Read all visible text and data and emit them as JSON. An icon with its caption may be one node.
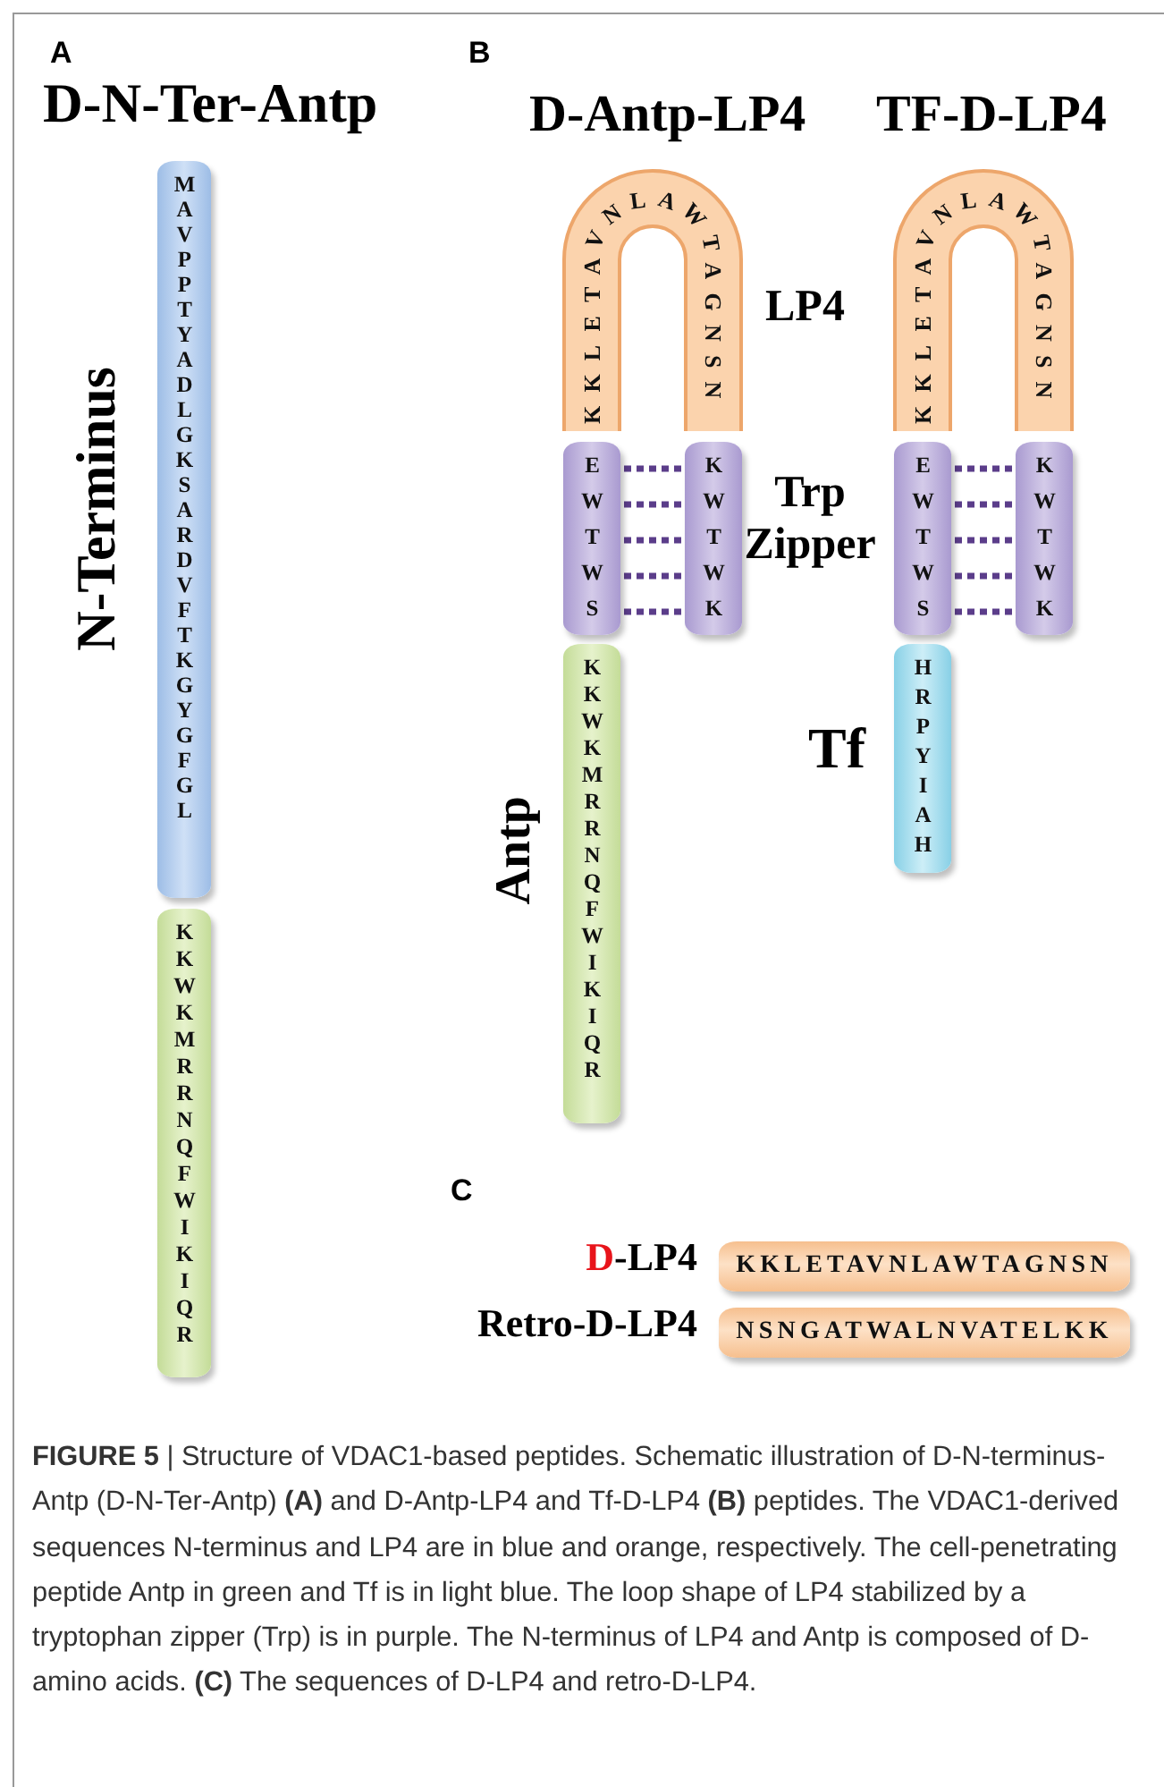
{
  "diagram": {
    "caption": "**FIGURE 5** | Structure of VDAC1-based peptides. Schematic illustration of D-N-terminus-Antp (D-N-Ter-Antp) **(A)** and D-Antp-LP4 and Tf-D-LP4 **(B)** peptides. The VDAC1-derived sequences N-terminus and LP4 are in blue and orange, respectively. The cell-penetrating peptide Antp in green and Tf is in light blue. The loop shape of LP4 stabilized by a tryptophan zipper (Trp) is in purple. The N-terminus of LP4 and Antp is composed of D-amino acids. **(C)** The sequences of D-LP4 and retro-D-LP4.",
    "nodes": [
      {
        "text": [
          "MAVPPTYADLGKSARDVFTKGYGFGL"
        ],
        "beside": [
          "N-Terminus"
        ]
      },
      {
        "text": [
          "KKWKMRRNQFWIKIQR"
        ]
      },
      {
        "text": [
          "KKLETAVNLAWTAGNSN"
        ]
      },
      {
        "text": [
          "EWTWS"
        ]
      },
      {
        "text": [
          "KWTWK"
        ]
      },
      {
        "text": [
          "KKWKMRRNQFWIKIQR"
        ],
        "beside": [
          "Antp"
        ]
      },
      {
        "text": [
          "KKLETAVNLAWTAGNSN"
        ]
      },
      {
        "text": [
          "EWTWS"
        ]
      },
      {
        "text": [
          "KWTWK"
        ]
      },
      {
        "text": [
          "HRPYIAH"
        ],
        "beside": [
          "Tf"
        ]
      },
      {
        "text": [
          "KKLETAVNLAWTAGNSN"
        ],
        "beside": [
          "D-LP4"
        ]
      },
      {
        "text": [
          "NSNGATWALNVATELKK"
        ],
        "beside": [
          "Retro-D-LP4"
        ]
      }
    ],
    "edges": [
      {
        "from": 3,
        "to": 4,
        "arrow": "none",
        "style": "dashed"
      },
      {
        "from": 3,
        "to": 4,
        "arrow": "none",
        "style": "dashed"
      },
      {
        "from": 3,
        "to": 4,
        "arrow": "none",
        "style": "dashed"
      },
      {
        "from": 3,
        "to": 4,
        "arrow": "none",
        "style": "dashed"
      },
      {
        "from": 3,
        "to": 4,
        "arrow": "none",
        "style": "dashed"
      },
      {
        "from": 7,
        "to": 8,
        "arrow": "none",
        "style": "dashed"
      },
      {
        "from": 7,
        "to": 8,
        "arrow": "none",
        "style": "dashed"
      },
      {
        "from": 7,
        "to": 8,
        "arrow": "none",
        "style": "dashed"
      },
      {
        "from": 7,
        "to": 8,
        "arrow": "none",
        "style": "dashed"
      },
      {
        "from": 7,
        "to": 8,
        "arrow": "none",
        "style": "dashed"
      }
    ],
    "labels": [
      "A",
      "D-N-Ter-Antp",
      "B",
      "D-Antp-LP4",
      "TF-D-LP4",
      "LP4",
      "Trp Zipper",
      "C"
    ]
  }
}
